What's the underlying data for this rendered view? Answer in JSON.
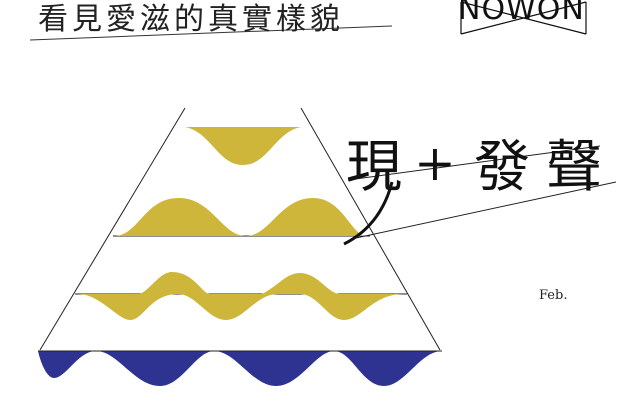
{
  "headline": "看見愛滋的真實樣貌",
  "logo_text": "NOWON",
  "title": {
    "char1": "現",
    "plus": "+",
    "char2": "發",
    "char3": "聲"
  },
  "month": "Feb.",
  "colors": {
    "gold": "#CDB63A",
    "navy": "#2E3291",
    "ink": "#111111"
  }
}
